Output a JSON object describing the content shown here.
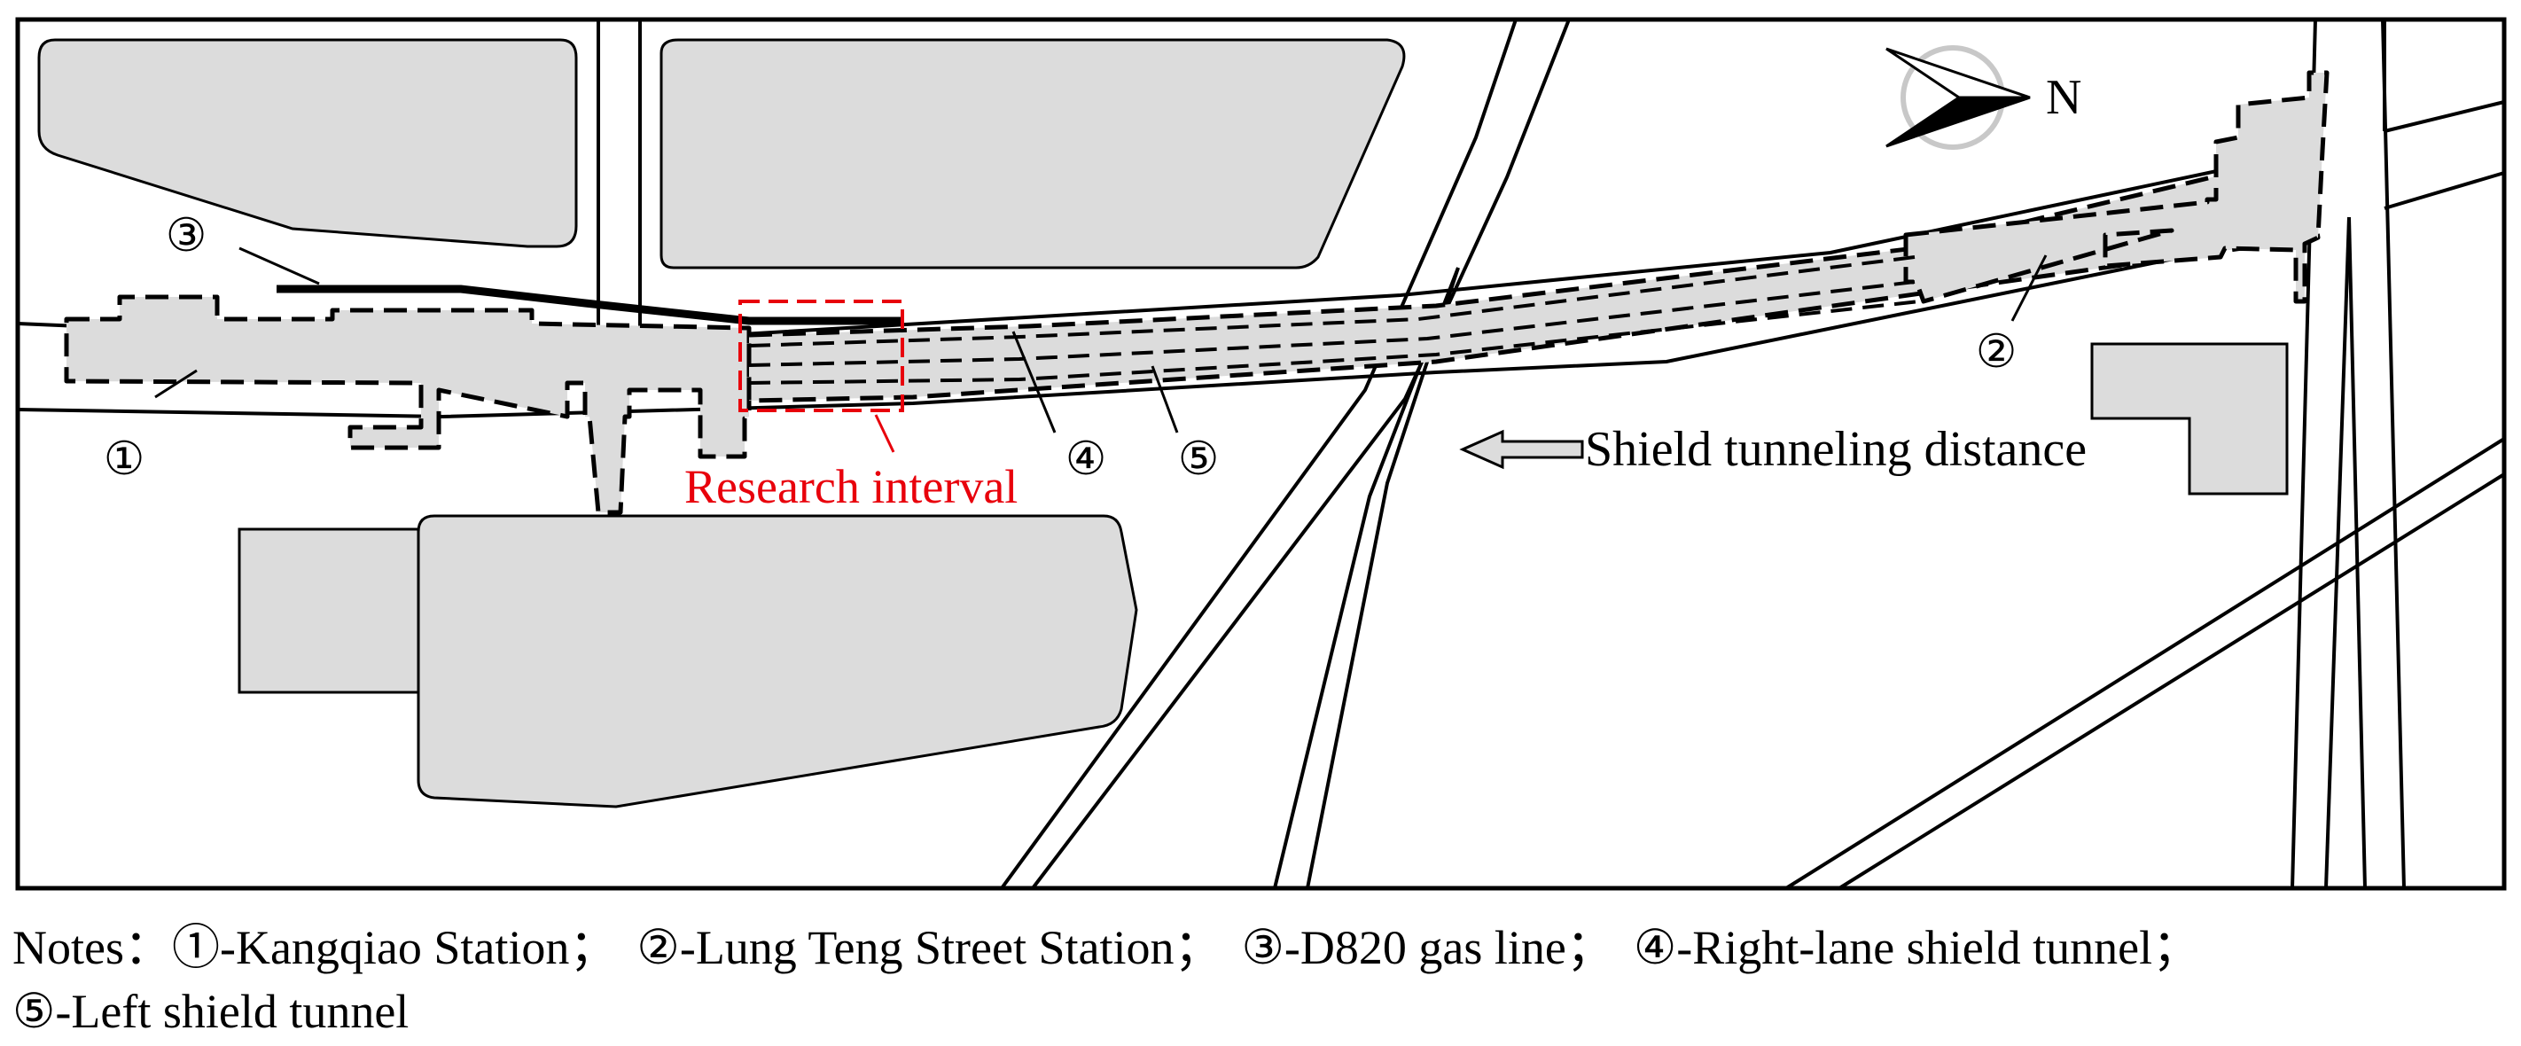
{
  "labels": {
    "north": "N",
    "marker_1": "①",
    "marker_2": "②",
    "marker_3": "③",
    "marker_4": "④",
    "marker_5": "⑤",
    "research_interval": "Research interval",
    "shield_distance": "Shield tunneling distance"
  },
  "notes": {
    "prefix": "Notes：",
    "items": [
      "①-Kangqiao Station；",
      "②-Lung Teng Street Station；",
      "③-D820 gas line；",
      "④-Right-lane shield tunnel；",
      "⑤-Left shield tunnel"
    ]
  },
  "colors": {
    "building_fill": "#dcdcdc",
    "line": "#000000",
    "highlight": "#e8000b",
    "compass_ring": "#c8c8c8"
  }
}
